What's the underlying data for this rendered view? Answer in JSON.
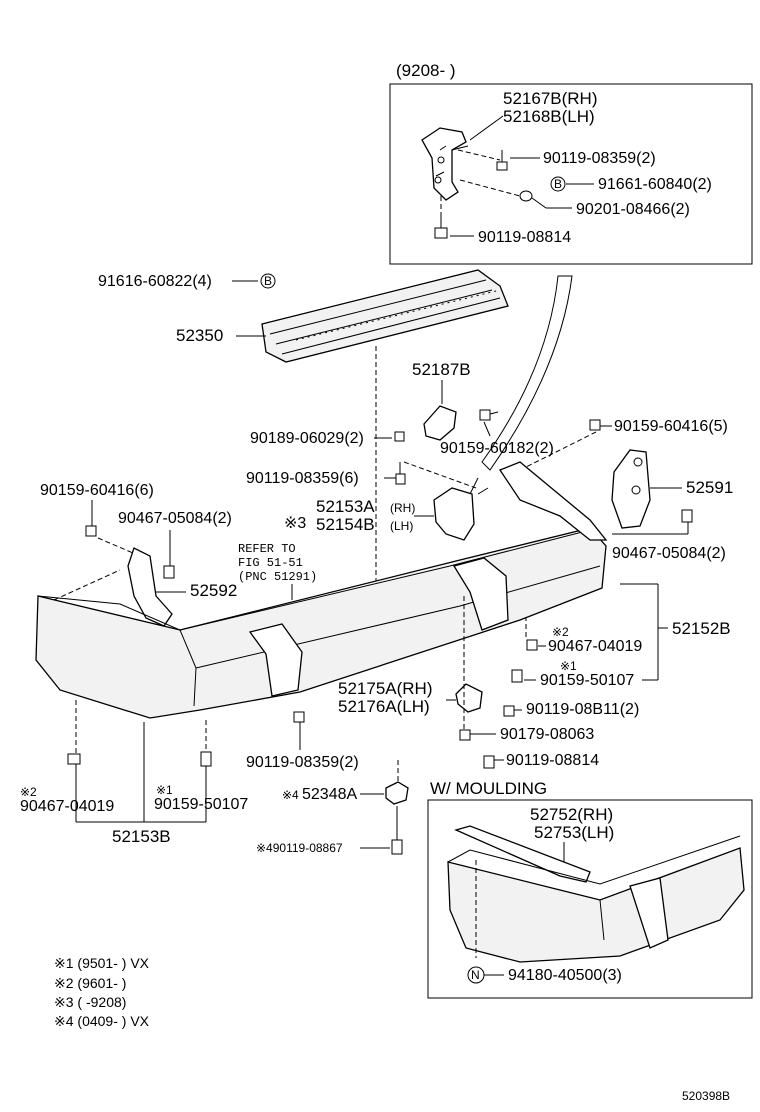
{
  "inset_top": {
    "date_range": "(9208-        )",
    "bracket_rh": "52167B(RH)",
    "bracket_lh": "52168B(LH)",
    "bolt_a": "90119-08359(2)",
    "nut_b": "91661-60840(2)",
    "washer": "90201-08466(2)",
    "bolt_b": "90119-08814",
    "b_marker": "B"
  },
  "step": {
    "rivet": "91616-60822(4)",
    "rivet_marker": "B",
    "step_plate": "52350"
  },
  "center": {
    "bracket_52187b": "52187B",
    "clip_90189": "90189-06029(2)",
    "bolt_90159_60182": "90159-60182(2)",
    "bolt_90119_6": "90119-08359(6)",
    "stay_rh": "52153A",
    "stay_rh_side": "(RH)",
    "stay_lh_mark": "※3",
    "stay_lh": "52154B",
    "stay_lh_side": "(LH)",
    "refer_1": "REFER TO",
    "refer_2": "FIG 51-51",
    "refer_3": "(PNC 51291)"
  },
  "left": {
    "bolt_set": "90159-60416(6)",
    "clip": "90467-05084(2)",
    "bracket": "52592"
  },
  "right": {
    "bolt_set": "90159-60416(5)",
    "bracket": "52591",
    "clip": "90467-05084(2)",
    "bumper": "52152B",
    "clip2_mark": "※2",
    "clip2": "90467-04019",
    "screw_mark": "※1",
    "screw": "90159-50107"
  },
  "lower_center": {
    "retainer_rh": "52175A(RH)",
    "retainer_lh": "52176A(LH)",
    "bolt_08b11": "90119-08B11(2)",
    "clip_90179": "90179-08063",
    "bolt_90119_08814": "90119-08814",
    "bolt_90119_2": "90119-08359(2)",
    "bracket_mark": "※4",
    "bracket": "52348A",
    "bolt_08867": "※490119-08867"
  },
  "lower_left": {
    "clip_mark": "※2",
    "clip": "90467-04019",
    "screw_mark": "※1",
    "screw": "90159-50107",
    "assembly": "52153B"
  },
  "moulding": {
    "title": "W/ MOULDING",
    "rh": "52752(RH)",
    "lh": "52753(LH)",
    "clip_marker": "N",
    "clip": "94180-40500(3)"
  },
  "notes": [
    "※1  (9501-          ) VX",
    "※2  (9601-          )",
    "※3  (        -9208)",
    "※4  (0409-          ) VX"
  ],
  "drawing_number": "520398B"
}
